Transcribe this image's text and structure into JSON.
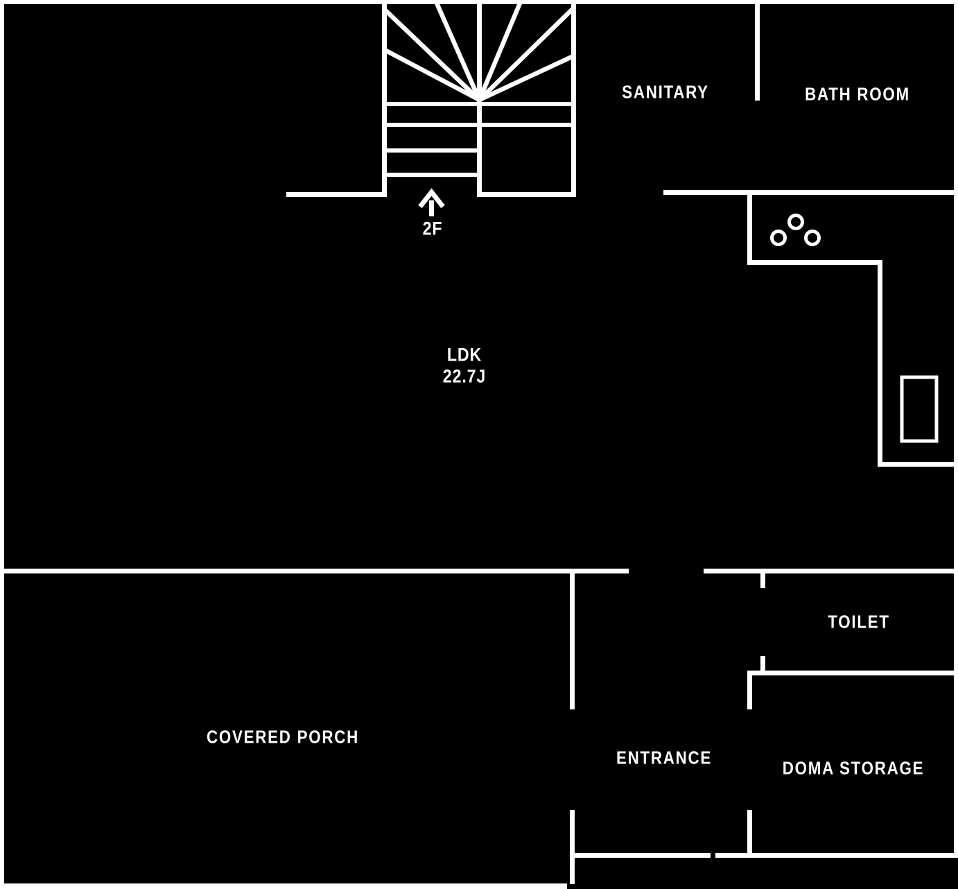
{
  "plan": {
    "title": "first-floor-plan",
    "colors": {
      "background": "#000000",
      "lines": "#ffffff",
      "text": "#ffffff"
    },
    "rooms": {
      "ldk": {
        "name": "LDK",
        "size": "22.7J"
      },
      "sanitary": {
        "name": "SANITARY"
      },
      "bath_room": {
        "name": "BATH ROOM"
      },
      "toilet": {
        "name": "TOILET"
      },
      "entrance": {
        "name": "ENTRANCE"
      },
      "doma_storage": {
        "name": "DOMA STORAGE"
      },
      "covered_porch": {
        "name": "COVERED PORCH"
      }
    },
    "stairs": {
      "direction_label": "2F"
    },
    "icons": {
      "up_arrow": "up-arrow-icon",
      "stove_burners": "stove-burner-icon",
      "sink": "kitchen-sink-icon",
      "stair_fan": "stair-winder-fan-icon"
    }
  }
}
